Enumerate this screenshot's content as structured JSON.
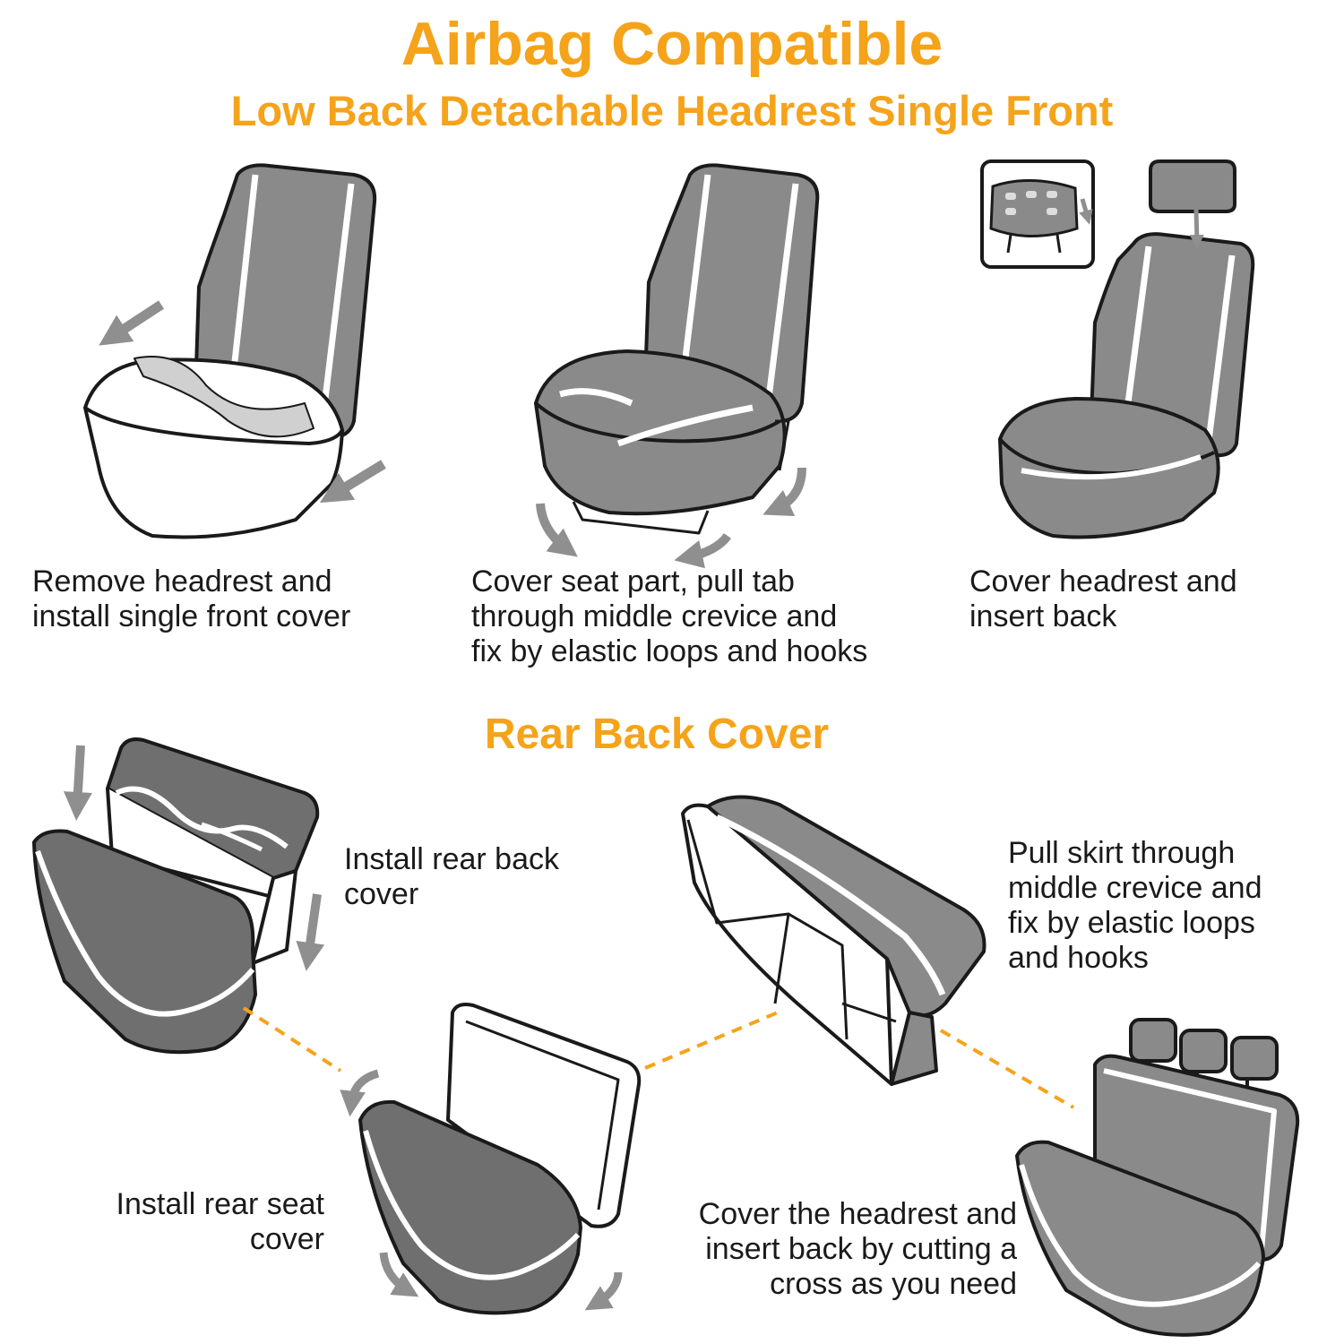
{
  "header": {
    "title": "Airbag Compatible",
    "subtitle": "Low Back Detachable Headrest Single Front"
  },
  "front_steps": [
    {
      "text": "Remove headrest and\ninstall single front cover"
    },
    {
      "text": "Cover seat part, pull tab\nthrough middle crevice and\nfix by elastic loops and hooks"
    },
    {
      "text": "Cover headrest and\ninsert back"
    }
  ],
  "rear_section": {
    "title": "Rear Back Cover",
    "steps": [
      {
        "text": "Install rear back\ncover"
      },
      {
        "text": "Install rear seat\ncover"
      },
      {
        "text": "Pull skirt through\nmiddle crevice and\nfix by elastic loops\nand hooks"
      },
      {
        "text": "Cover the headrest and\ninsert back by cutting a\ncross as you need"
      }
    ]
  },
  "colors": {
    "accent": "#f5a31a",
    "seat_fill": "#8a8a8a",
    "outline": "#1a1a1a",
    "arrow": "#8f8f8f"
  }
}
